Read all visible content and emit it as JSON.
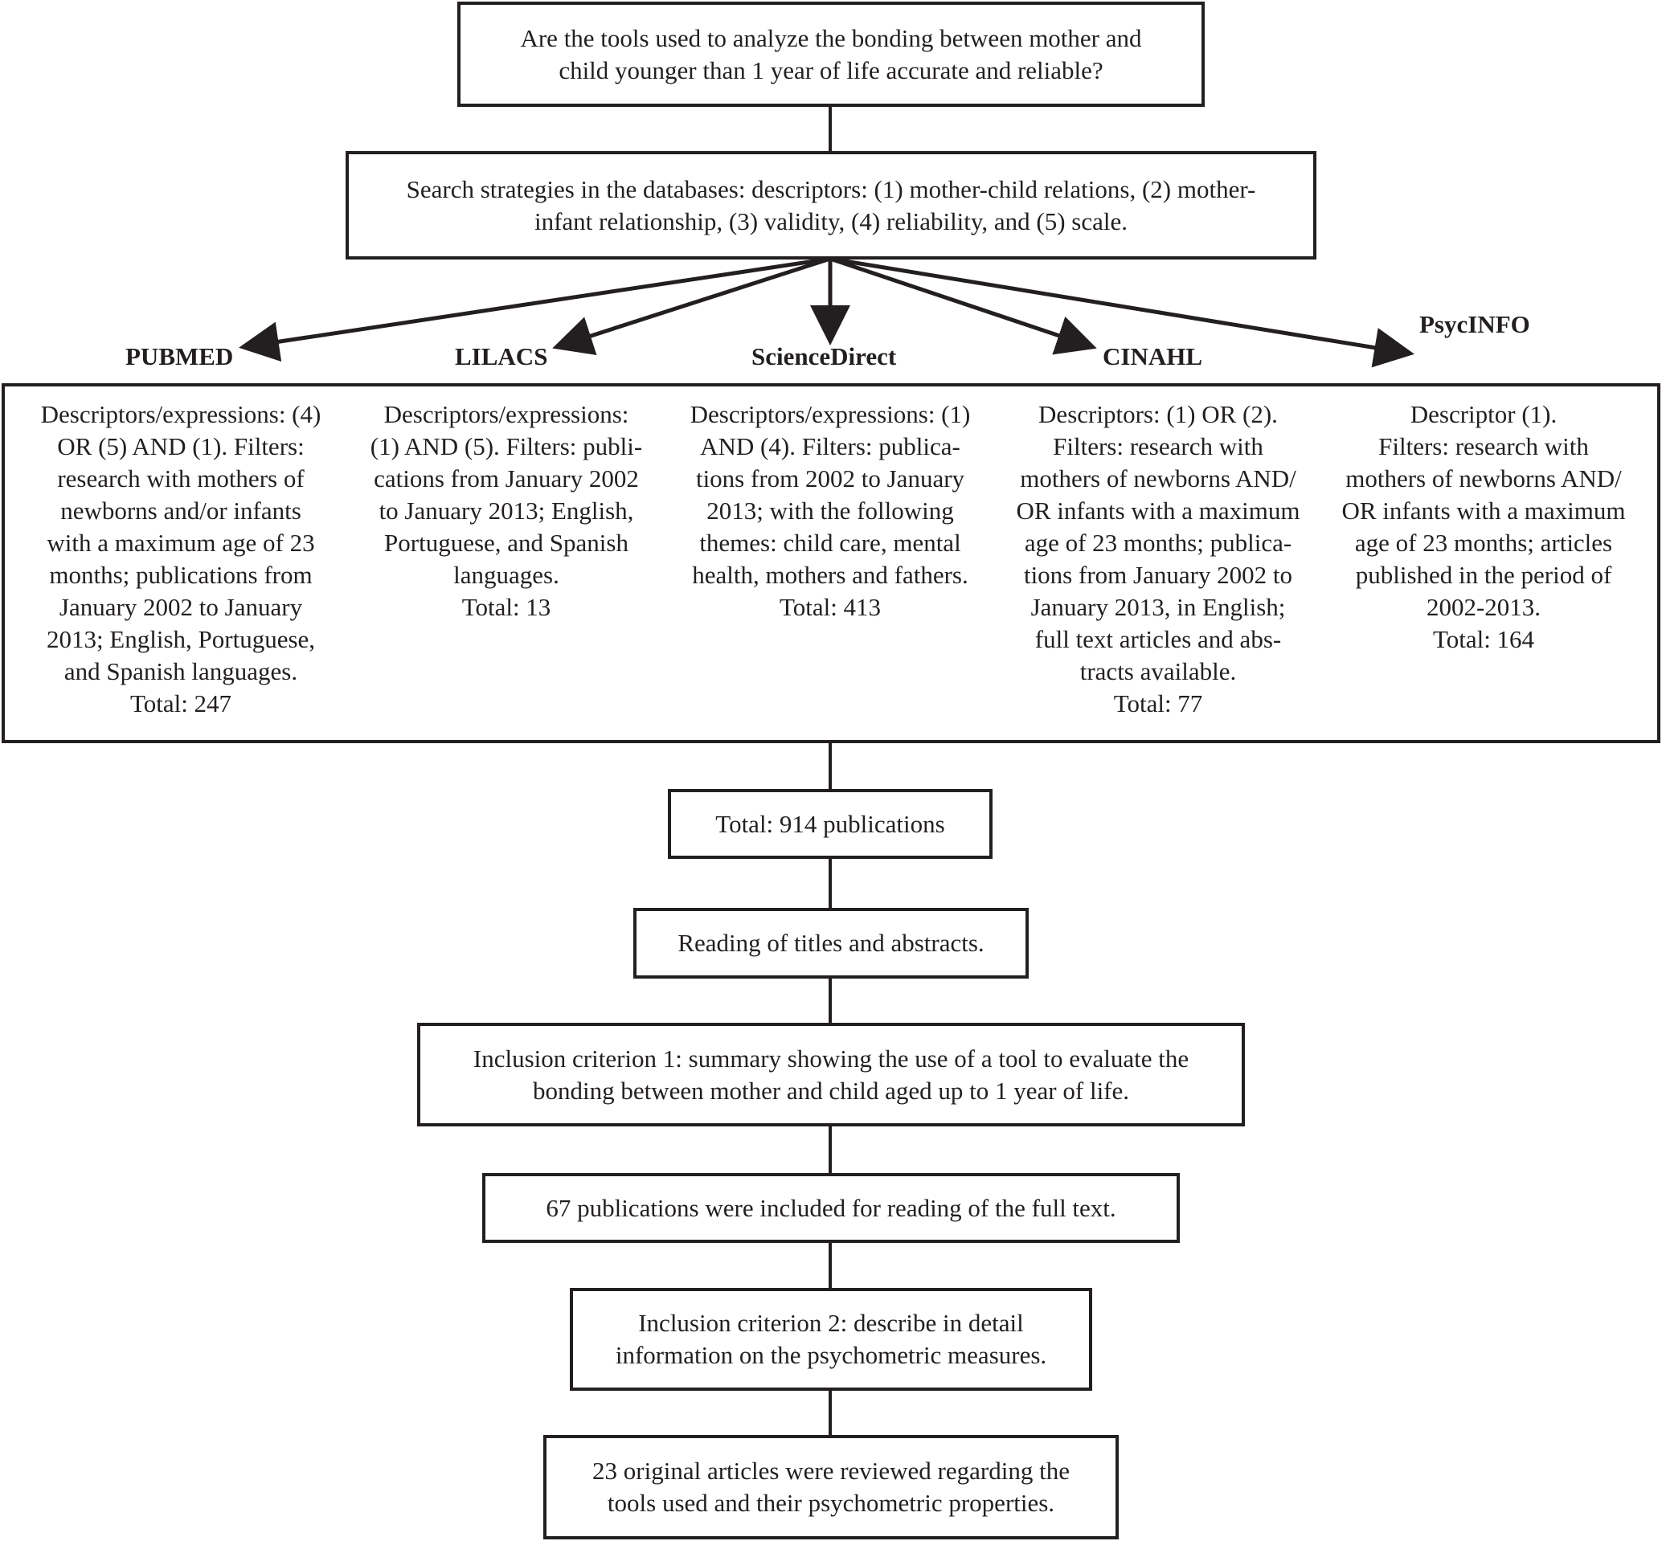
{
  "question": "Are the tools used to analyze the bonding between mother and\nchild younger than 1 year of life accurate and reliable?",
  "search_strategy": "Search strategies in the databases: descriptors: (1) mother-child relations, (2) mother-\ninfant relationship, (3) validity, (4) reliability, and (5) scale.",
  "databases": [
    {
      "name": "PUBMED",
      "description": "Descriptors/expressions: (4)\nOR (5) AND (1). Filters:\nresearch with mothers of\nnewborns and/or infants\nwith a maximum age of 23\nmonths; publications from\nJanuary 2002 to January\n2013; English, Portuguese,\nand Spanish languages.",
      "total": "Total: 247"
    },
    {
      "name": "LILACS",
      "description": "Descriptors/expressions:\n(1) AND (5). Filters: publi-\ncations from January 2002\nto January 2013; English,\nPortuguese, and Spanish\nlanguages.",
      "total": "Total: 13"
    },
    {
      "name": "ScienceDirect",
      "description": "Descriptors/expressions: (1)\nAND (4). Filters: publica-\ntions from 2002 to January\n2013; with the following\nthemes: child care, mental\nhealth, mothers and fathers.",
      "total": "Total: 413"
    },
    {
      "name": "CINAHL",
      "description": "Descriptors: (1) OR (2).\nFilters: research with\nmothers of newborns AND/\nOR infants with a maximum\nage of 23 months; publica-\ntions from January 2002 to\nJanuary 2013, in English;\nfull text articles and abs-\ntracts available.",
      "total": "Total: 77"
    },
    {
      "name": "PsycINFO",
      "description": "Descriptor (1).\nFilters: research with\nmothers of newborns AND/\nOR infants with a maximum\nage of 23 months; articles\npublished in the period of\n2002-2013.",
      "total": "Total: 164"
    }
  ],
  "steps": {
    "total_publications": "Total: 914 publications",
    "screening": "Reading of titles and abstracts.",
    "criterion1": "Inclusion criterion 1: summary showing the use of a tool to evaluate the\nbonding between mother and child aged up to 1 year of life.",
    "full_text": "67 publications were included for reading of the full text.",
    "criterion2": "Inclusion criterion 2: describe in detail\ninformation on the psychometric measures.",
    "final": "23 original articles were reviewed regarding the\ntools used and their psychometric properties."
  },
  "colors": {
    "line": "#231f20",
    "background": "#ffffff"
  }
}
